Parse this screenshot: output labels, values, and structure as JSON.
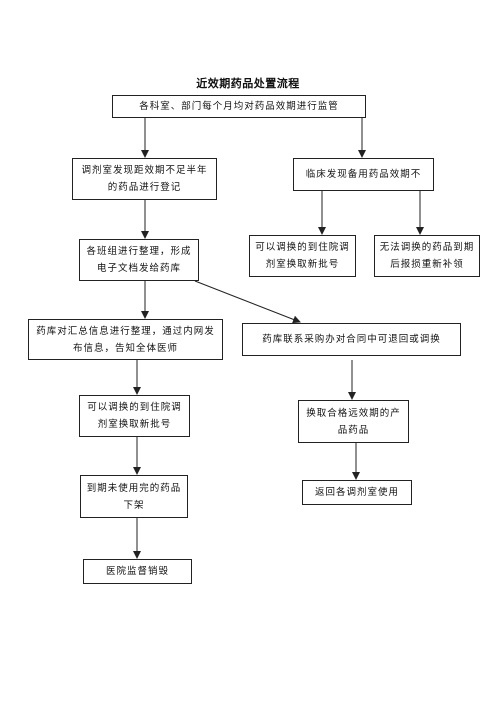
{
  "title": "近效期药品处置流程",
  "boxes": {
    "b1": "各科室、部门每个月均对药品效期进行监管",
    "b2": "调剂室发现距效期不足半年的药品进行登记",
    "b3": "临床发现备用药品效期不",
    "b4": "各班组进行整理，形成电子文档发给药库",
    "b5": "可以调换的到住院调剂室换取新批号",
    "b6": "无法调换的药品到期后报损重新补领",
    "b7": "药库对汇总信息进行整理，通过内网发布信息，告知全体医师",
    "b8": "药库联系采购办对合同中可退回或调换",
    "b9": "可以调换的到住院调剂室换取新批号",
    "b10": "换取合格远效期的产品药品",
    "b11": "到期未使用完的药品下架",
    "b12": "返回各调剂室使用",
    "b13": "医院监督销毁"
  }
}
